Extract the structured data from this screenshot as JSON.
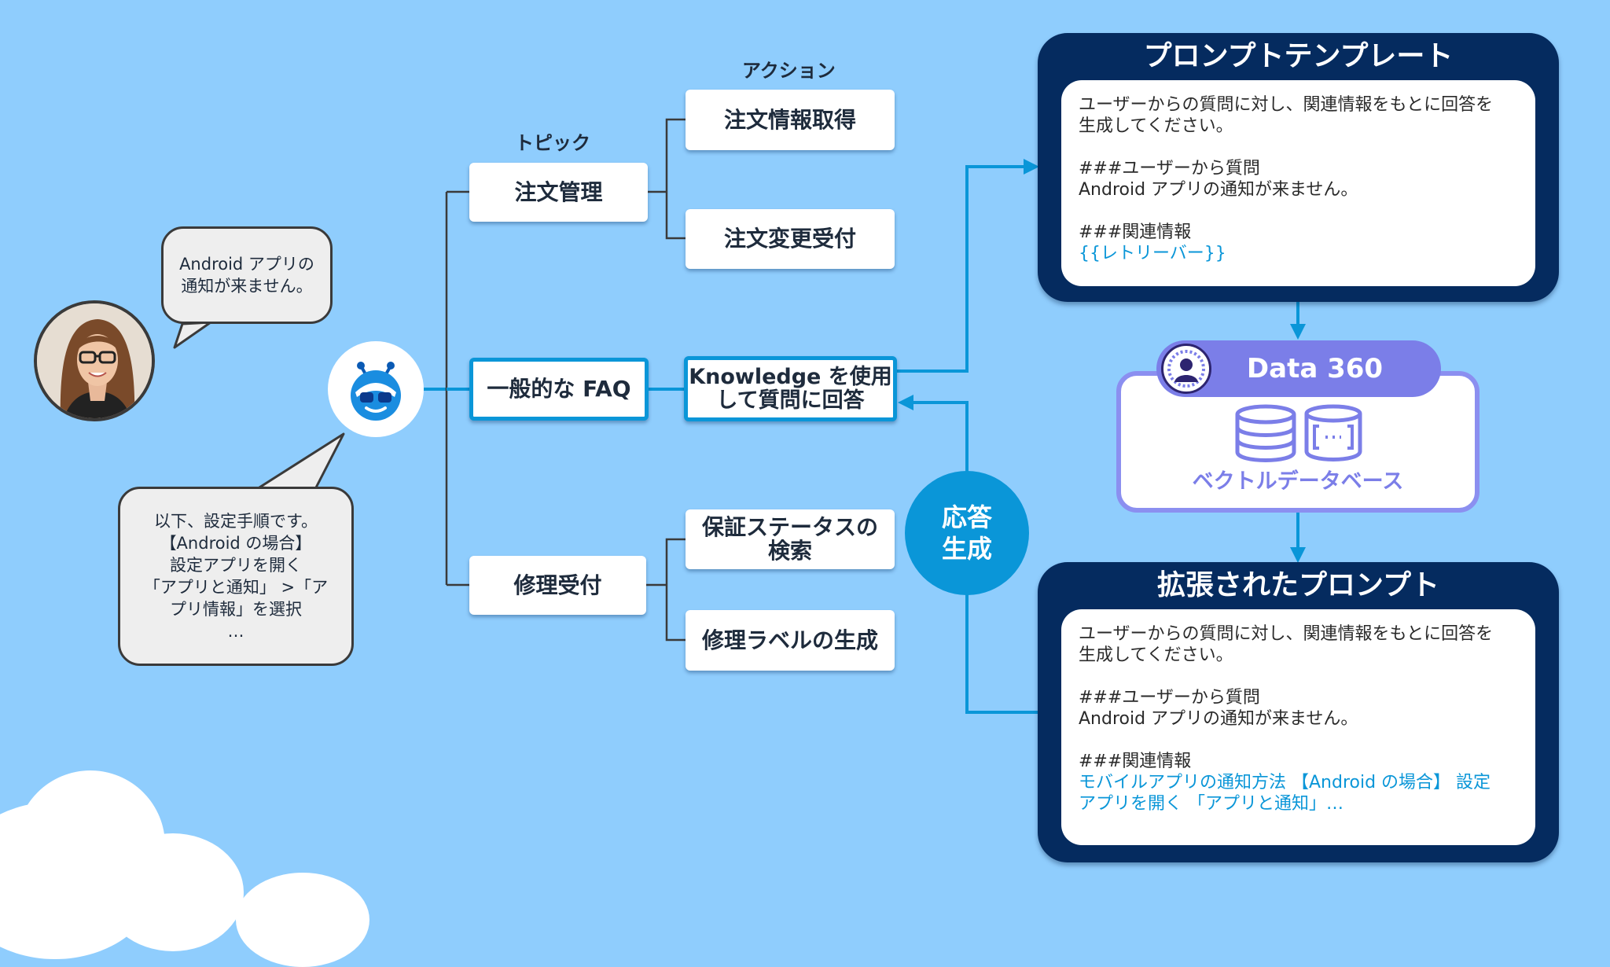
{
  "labels": {
    "topic": "トピック",
    "action": "アクション"
  },
  "bubbles": {
    "user_message": "Android アプリの\n通知が来ません。",
    "bot_message": "以下、設定手順です。\n【Android の場合】\n設定アプリを開く\n「アプリと通知」 >「ア\nプリ情報」を選択\n…"
  },
  "topics": {
    "order_management": "注文管理",
    "general_faq": "一般的な FAQ",
    "repair": "修理受付"
  },
  "actions": {
    "get_order_info": "注文情報取得",
    "accept_order_change": "注文変更受付",
    "knowledge_answer": "Knowledge を使用\nして質問に回答",
    "warranty_search": "保証ステータスの\n検索",
    "repair_label": "修理ラベルの生成"
  },
  "answer_generation": "応答\n生成",
  "prompt_template": {
    "title": "プロンプトテンプレート",
    "line1": "ユーザーからの質問に対し、関連情報をもとに回答を",
    "line2": "生成してください。",
    "q_header": "###ユーザーから質問",
    "q_text": "Android アプリの通知が来ません。",
    "info_header": "###関連情報",
    "retriever": "{{レトリーバー}}"
  },
  "data360": {
    "title": "Data 360",
    "db_label": "ベクトルデータベース"
  },
  "augmented_prompt": {
    "title": "拡張されたプロンプト",
    "line1": "ユーザーからの質問に対し、関連情報をもとに回答を",
    "line2": "生成してください。",
    "q_header": "###ユーザーから質問",
    "q_text": "Android アプリの通知が来ません。",
    "info_header": "###関連情報",
    "info_line1": "モバイルアプリの通知方法 【Android の場合】 設定",
    "info_line2": "アプリを開く 「アプリと通知」…"
  },
  "colors": {
    "background": "#8fcdfd",
    "navy": "#052b5f",
    "accent_blue": "#0a96d8",
    "data360_purple": "#7b7ee8"
  }
}
